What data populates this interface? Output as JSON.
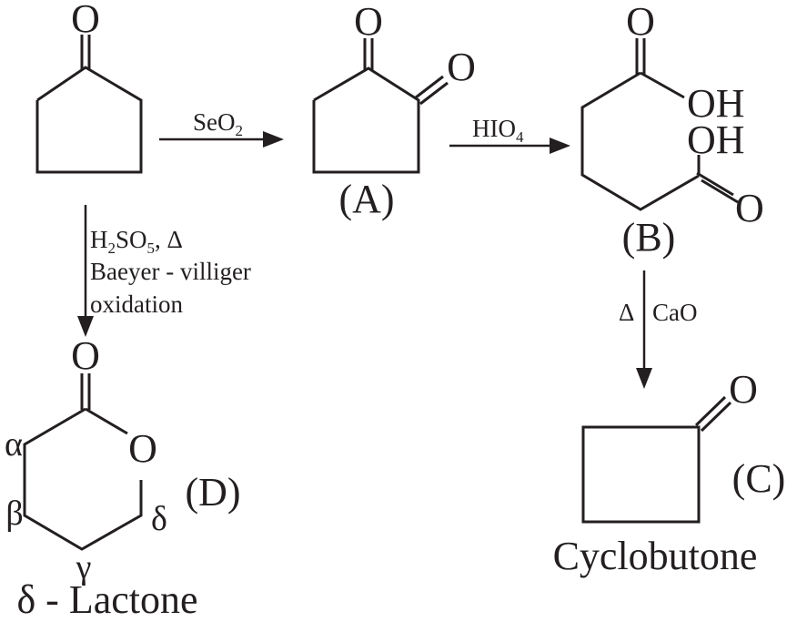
{
  "reactions": {
    "seo2": {
      "reagent": "SeO",
      "sub": "2"
    },
    "hio4": {
      "reagent": "HIO",
      "sub": "4"
    },
    "decarb": {
      "delta": "Δ",
      "reagent": "CaO"
    },
    "bv": {
      "h": "H",
      "h_sub": "2",
      "so": "SO",
      "so_sub": "5",
      "tail": ", Δ",
      "line2": "Baeyer - villiger",
      "line3": "oxidation"
    }
  },
  "compounds": {
    "A": {
      "label": "(A)",
      "o1": "O",
      "o2": "O"
    },
    "B": {
      "label": "(B)",
      "oh1": "OH",
      "oh2": "OH",
      "o1": "O",
      "o2": "O"
    },
    "C": {
      "label": "(C)",
      "o": "O",
      "name": "Cyclobutone"
    },
    "D": {
      "label": "(D)",
      "carbonyl_o": "O",
      "ring_o": "O",
      "alpha": "α",
      "beta": "β",
      "gamma": "γ",
      "delta": "δ",
      "name": "δ - Lactone"
    },
    "start": {
      "o": "O"
    }
  }
}
